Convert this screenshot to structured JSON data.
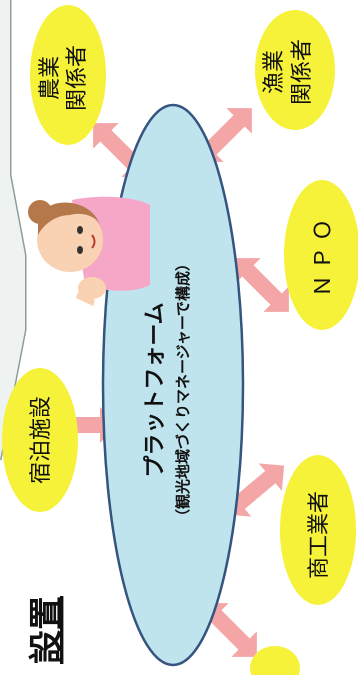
{
  "platform": {
    "title": "プラットフォーム",
    "subtitle": "（観光地域づくりマネージャーで構成）"
  },
  "setup_label": "設置",
  "stakeholders": {
    "agriculture": [
      "農業",
      "関係者"
    ],
    "fishery": [
      "漁業",
      "関係者"
    ],
    "npo": "ＮＰＯ",
    "lodging": "宿泊施設",
    "commerce": "商工業者"
  },
  "colors": {
    "bubble": "#f6f23a",
    "ellipse": "#bfe4ee",
    "ellipse_stroke": "#35547f",
    "arrow": "#f4a6a6",
    "panel_line": "#8e9c9c",
    "person_shirt": "#f6a7c8"
  },
  "icons": [
    "person-pointing-icon",
    "double-arrow-icon"
  ]
}
